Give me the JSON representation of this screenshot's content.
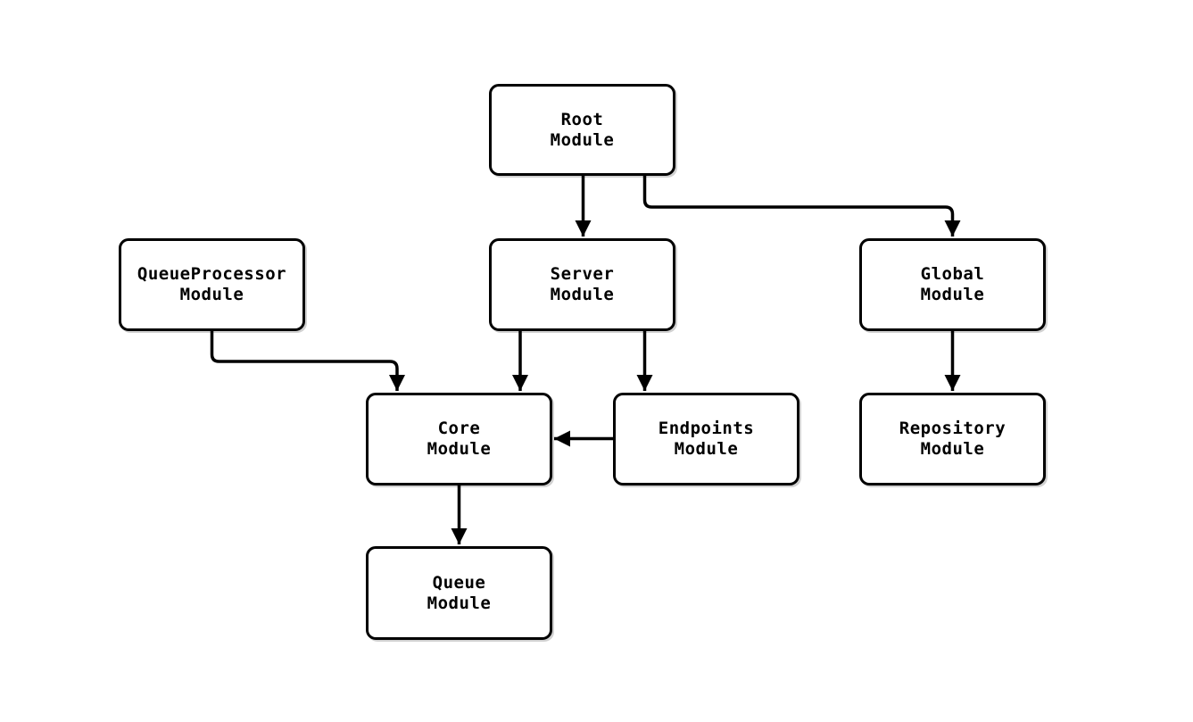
{
  "diagram": {
    "type": "flowchart",
    "description": "Module dependency diagram",
    "colors": {
      "background": "#ffffff",
      "node_fill": "#ffffff",
      "node_border": "#000000",
      "edge": "#000000",
      "text": "#000000"
    },
    "nodes": [
      {
        "id": "root",
        "label": "Root\nModule"
      },
      {
        "id": "queueprocessor",
        "label": "QueueProcessor\nModule"
      },
      {
        "id": "server",
        "label": "Server\nModule"
      },
      {
        "id": "global",
        "label": "Global\nModule"
      },
      {
        "id": "core",
        "label": "Core\nModule"
      },
      {
        "id": "endpoints",
        "label": "Endpoints\nModule"
      },
      {
        "id": "repository",
        "label": "Repository\nModule"
      },
      {
        "id": "queue",
        "label": "Queue\nModule"
      }
    ],
    "edges": [
      {
        "from": "root",
        "to": "server"
      },
      {
        "from": "root",
        "to": "global"
      },
      {
        "from": "queueprocessor",
        "to": "core"
      },
      {
        "from": "server",
        "to": "core"
      },
      {
        "from": "server",
        "to": "endpoints"
      },
      {
        "from": "endpoints",
        "to": "core"
      },
      {
        "from": "core",
        "to": "queue"
      },
      {
        "from": "global",
        "to": "repository"
      }
    ]
  }
}
